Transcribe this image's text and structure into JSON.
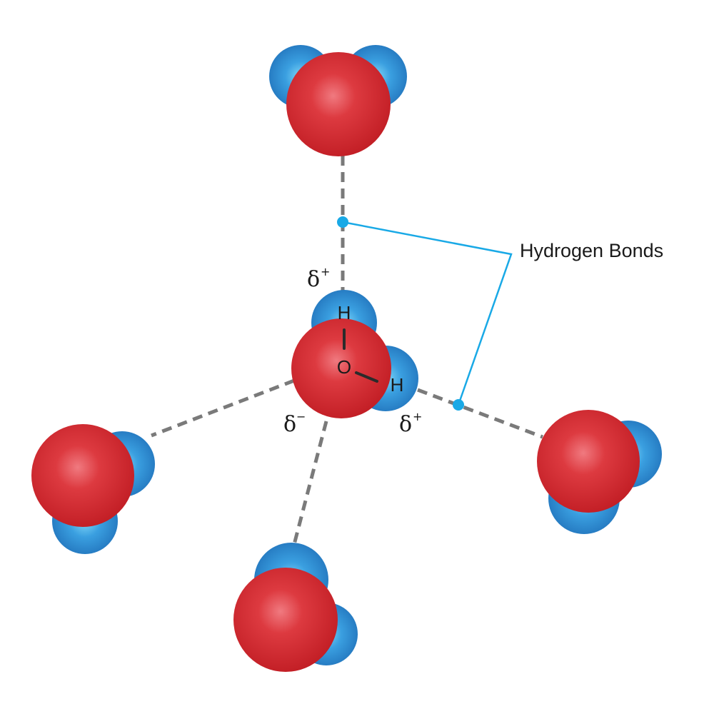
{
  "colors": {
    "oxygen": "#d42a2f",
    "hydrogen": "#2f8fd6",
    "bond": "#7a7a7a",
    "callout": "#19a9e6"
  },
  "labels": {
    "hydrogen_atom": "H",
    "oxygen_atom": "O",
    "delta_symbol": "δ",
    "plus": "+",
    "minus": "−",
    "callout": "Hydrogen Bonds"
  }
}
